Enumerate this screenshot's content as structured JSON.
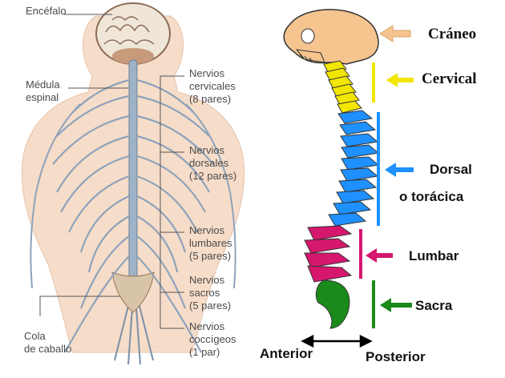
{
  "left": {
    "encefalo": "Encéfalo",
    "medula_line1": "Médula",
    "medula_line2": "espinal",
    "cervicales_line1": "Nervios",
    "cervicales_line2": "cervicales",
    "cervicales_line3": "(8 pares)",
    "dorsales_line1": "Nervios",
    "dorsales_line2": "dorsales",
    "dorsales_line3": "(12 pares)",
    "lumbares_line1": "Nervios",
    "lumbares_line2": "lumbares",
    "lumbares_line3": "(5 pares)",
    "sacros_line1": "Nervios",
    "sacros_line2": "sacros",
    "sacros_line3": "(5 pares)",
    "coccigeos_line1": "Nervios",
    "coccigeos_line2": "coccígeos",
    "coccigeos_line3": "(1 par)",
    "cola_line1": "Cola",
    "cola_line2": "de caballo"
  },
  "right": {
    "craneo": "Cráneo",
    "cervical": "Cervical",
    "dorsal": "Dorsal",
    "toracica": "o torácica",
    "lumbar": "Lumbar",
    "sacra": "Sacra",
    "anterior": "Anterior",
    "posterior": "Posterior"
  },
  "colors": {
    "skull": "#f5c48f",
    "cervical": "#f2e600",
    "dorsal": "#1e90ff",
    "lumbar": "#d6176e",
    "sacra": "#1a8a1a",
    "craneo_arrow": "#f5c48f"
  }
}
